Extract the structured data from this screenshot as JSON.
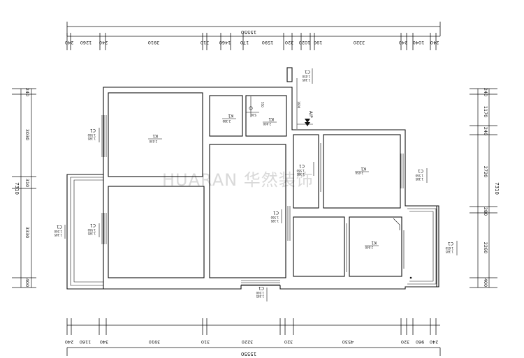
{
  "watermark": "HUARAN 华然装饰",
  "dimensions": {
    "top_total": "15550",
    "top": [
      "240",
      "1260",
      "240",
      "3910",
      "310",
      "1460",
      "170",
      "1590",
      "320",
      "1020",
      "190",
      "3320",
      "240",
      "1040",
      "240"
    ],
    "bottom_total": "15550",
    "bottom": [
      "240",
      "1160",
      "340",
      "3910",
      "310",
      "3220",
      "320",
      "4530",
      "320",
      "960",
      "240"
    ],
    "left_total": "7310",
    "left": [
      "240",
      "3030",
      "310",
      "3330",
      "400"
    ],
    "right_total": "7310",
    "right": [
      "240",
      "1170",
      "240",
      "2720",
      "280",
      "2260",
      "400"
    ]
  },
  "rooms": [
    {
      "ht": "2.630",
      "mk": "K1"
    },
    {
      "ht": "2.380",
      "mk": "K1"
    },
    {
      "ht": "2.400",
      "mk": "K1"
    },
    {
      "ht": "2.650",
      "mk": "K1"
    },
    {
      "ht": "2.640",
      "mk": "K1"
    }
  ],
  "windows": [
    {
      "w": "1.560",
      "h": "1.385",
      "mk": "C1"
    },
    {
      "w": "1.560",
      "h": "1.385",
      "mk": "C1"
    },
    {
      "w": "1.560",
      "h": "1.385",
      "mk": "C1"
    },
    {
      "w": "1.560",
      "h": "1.385",
      "mk": "C1"
    },
    {
      "w": "1.560",
      "h": "1.385",
      "mk": "C1"
    },
    {
      "w": "1.560",
      "h": "1.385",
      "mk": "C1"
    },
    {
      "w": "1.560",
      "h": "1.385",
      "mk": "C1"
    },
    {
      "w": "1.650",
      "h": "1.385",
      "mk": "C1"
    },
    {
      "w": "1.650",
      "h": "1.385",
      "mk": "C1"
    }
  ],
  "dims_small": [
    "550",
    "520",
    "1600"
  ],
  "marker_label": "A/P",
  "colors": {
    "line": "#111111",
    "watermark": "#d9d9d9",
    "background": "#ffffff"
  }
}
